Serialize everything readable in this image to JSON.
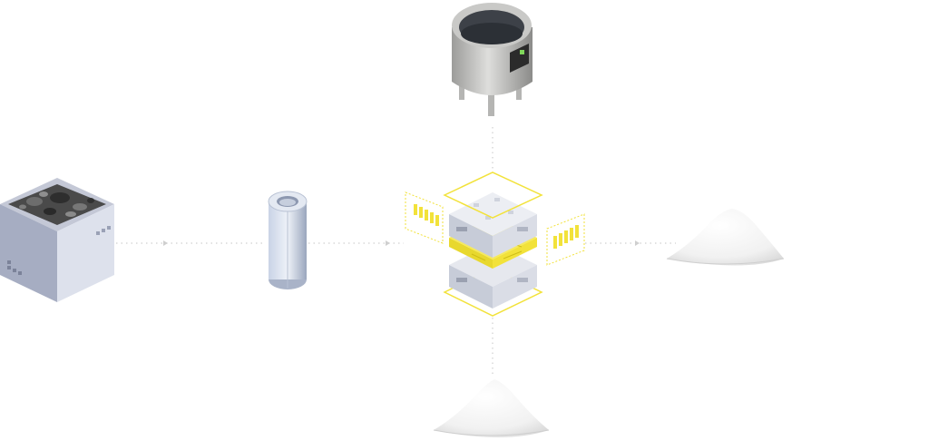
{
  "diagram": {
    "accent_color": "#f2e23a",
    "connector_color": "#d9d9d9",
    "nodes": [
      {
        "id": "tank",
        "icon": "sludge-tank-icon"
      },
      {
        "id": "cylinder",
        "icon": "cylinder-filter-icon"
      },
      {
        "id": "processor",
        "icon": "processing-unit-icon"
      },
      {
        "id": "vessel",
        "icon": "mixing-vessel-icon"
      },
      {
        "id": "pile-right",
        "icon": "powder-pile-icon"
      },
      {
        "id": "pile-bottom",
        "icon": "powder-pile-icon"
      }
    ]
  }
}
